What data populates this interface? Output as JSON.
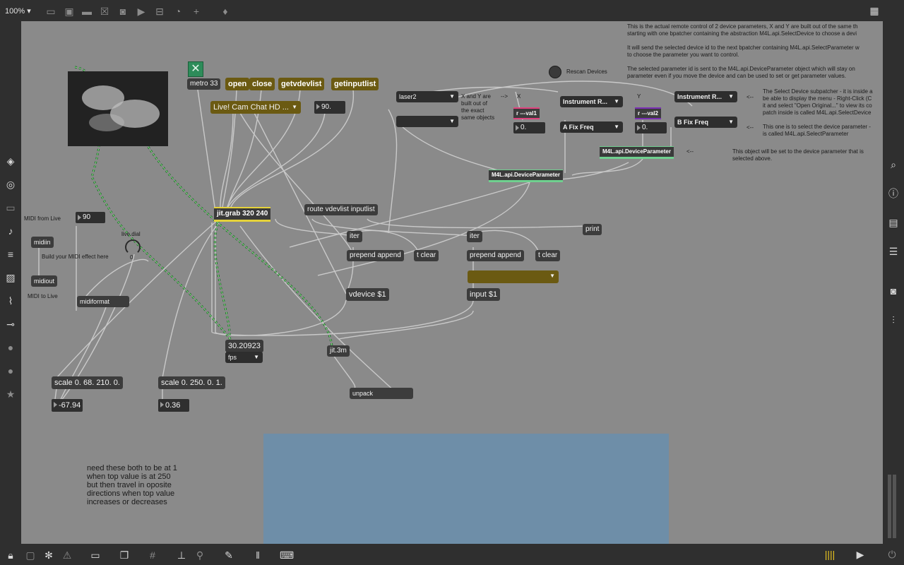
{
  "toolbar": {
    "zoom": "100% ▾"
  },
  "patcher": {
    "metro": "metro 33",
    "open": "open",
    "close": "close",
    "getvdevlist": "getvdevlist",
    "getinputlist": "getinputlist",
    "camera_menu": "Live! Cam Chat HD ...",
    "num_90a": "90.",
    "jitgrab": "jit.grab 320 240",
    "route": "route vdevlist inputlist",
    "iter1": "iter",
    "iter2": "iter",
    "prepend1": "prepend append",
    "prepend2": "prepend append",
    "tclear1": "t clear",
    "tclear2": "t clear",
    "vdevice": "vdevice $1",
    "input": "input $1",
    "print": "print",
    "fps_value": "30.20923",
    "fps_label": "fps",
    "jit3m": "jit.3m",
    "unpack": "unpack",
    "midi_from_live": "MIDI from Live",
    "num_90": "90",
    "midiin": "midiin",
    "build_midi": "Build your MIDI effect here",
    "midiout": "midiout",
    "midi_to_live": "MIDI to Live",
    "midiformat": "midiformat",
    "livedial_label": "live.dial",
    "livedial_value": "0",
    "scale1": "scale 0. 68. 210. 0.",
    "scale2": "scale 0. 250. 0. 1.",
    "out1": "-67.94",
    "out2": "0.36",
    "note": "need these both to be at 1\nwhen top value is at 250\nbut then travel in oposite\ndirections when top value\nincreases or decreases"
  },
  "remote": {
    "intro": "This is the actual remote control of 2 device parameters, X and Y are built out of the same th\nstarting with one bpatcher containing the abstraction M4L.api.SelectDevice to choose a devi\n\nIt will send the selected device id to the next bpatcher containing M4L.api.SelectParameter w\nto choose the parameter you want to control.\n\nThe selected parameter id is sent to the M4L.api.DeviceParameter object which will stay on\nparameter even if you move the device and can be used to set or get parameter values.",
    "rescan": "Rescan Devices",
    "laser": "laser2",
    "xy_note": "X and Y are\nbuilt out of\nthe exact\nsame objects",
    "arrow": "-->",
    "x_label": "X",
    "y_label": "Y",
    "instr1": "Instrument R...",
    "instr2": "Instrument R...",
    "val1": "r ---val1",
    "val2": "r ---val2",
    "zero1": "0.",
    "zero2": "0.",
    "afix": "A Fix Freq",
    "bfix": "B Fix Freq",
    "devparam1": "M4L.api.DeviceParameter",
    "devparam2": "M4L.api.DeviceParameter",
    "arrow_left1": "<--",
    "arrow_left2": "<--",
    "arrow_left3": "<--",
    "select_note": "The Select Device subpatcher - it is inside a\nbe able to display the menu - Right-Click (C\nit and select \"Open Original...\" to view its co\npatch inside is called M4L.api.SelectDevice",
    "param_note": "This one is to select the device parameter -\nis called M4L.api.SelectParameter",
    "object_note": "This object will be set to the device parameter that is\nselected above."
  }
}
